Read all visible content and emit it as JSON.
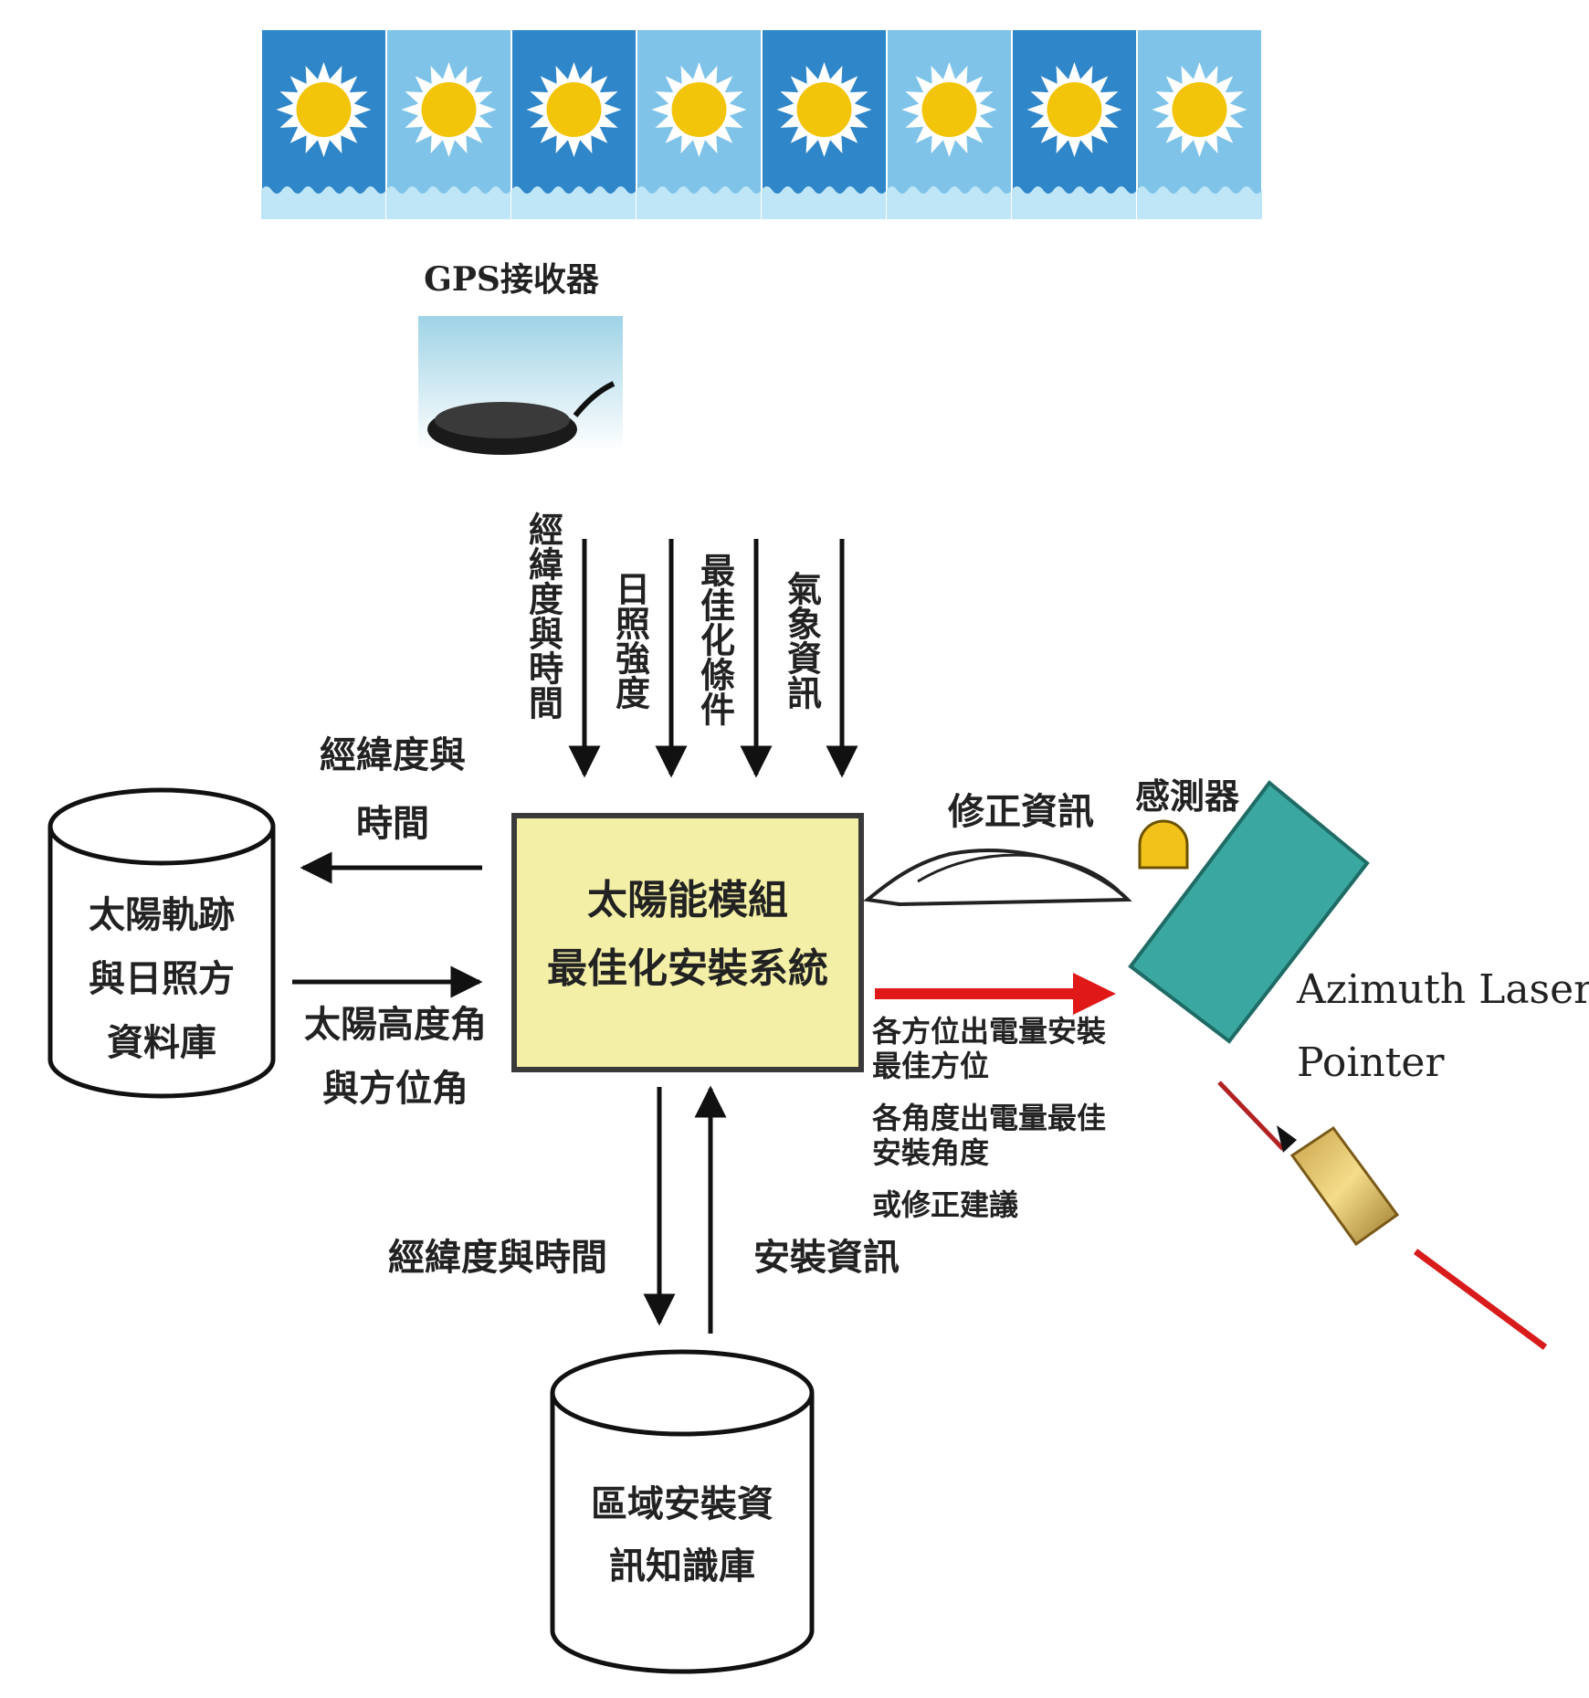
{
  "gps": {
    "label": "GPS接收器"
  },
  "top_inputs": [
    "經緯度與時間",
    "日照強度",
    "最佳化條件",
    "氣象資訊"
  ],
  "system": {
    "line1": "太陽能模組",
    "line2": "最佳化安裝系統"
  },
  "sun_db": {
    "line1": "太陽軌跡",
    "line2": "與日照方",
    "line3": "資料庫"
  },
  "left_out": {
    "line1": "經緯度與",
    "line2": "時間"
  },
  "left_in": {
    "line1": "太陽高度角",
    "line2": "與方位角"
  },
  "region_db": {
    "line1": "區域安裝資",
    "line2": "訊知識庫"
  },
  "bottom_out": "經緯度與時間",
  "bottom_in": "安裝資訊",
  "feedback": {
    "label": "修正資訊",
    "sensor": "感測器"
  },
  "output_lines": [
    "各方位出電量安裝",
    "最佳方位",
    "各角度出電量最佳",
    "安裝角度",
    "或修正建議"
  ],
  "laser": {
    "line1": "Azimuth Laser",
    "line2": "Pointer"
  },
  "colors": {
    "system_fill": "#f3efa6",
    "panel_dark": "#2f86c8",
    "panel_light": "#7fc4e8",
    "sun_yellow": "#f2c40a",
    "arrow_red": "#e01818",
    "module_teal": "#3aa8a0",
    "sensor_yellow": "#f2c21a"
  }
}
